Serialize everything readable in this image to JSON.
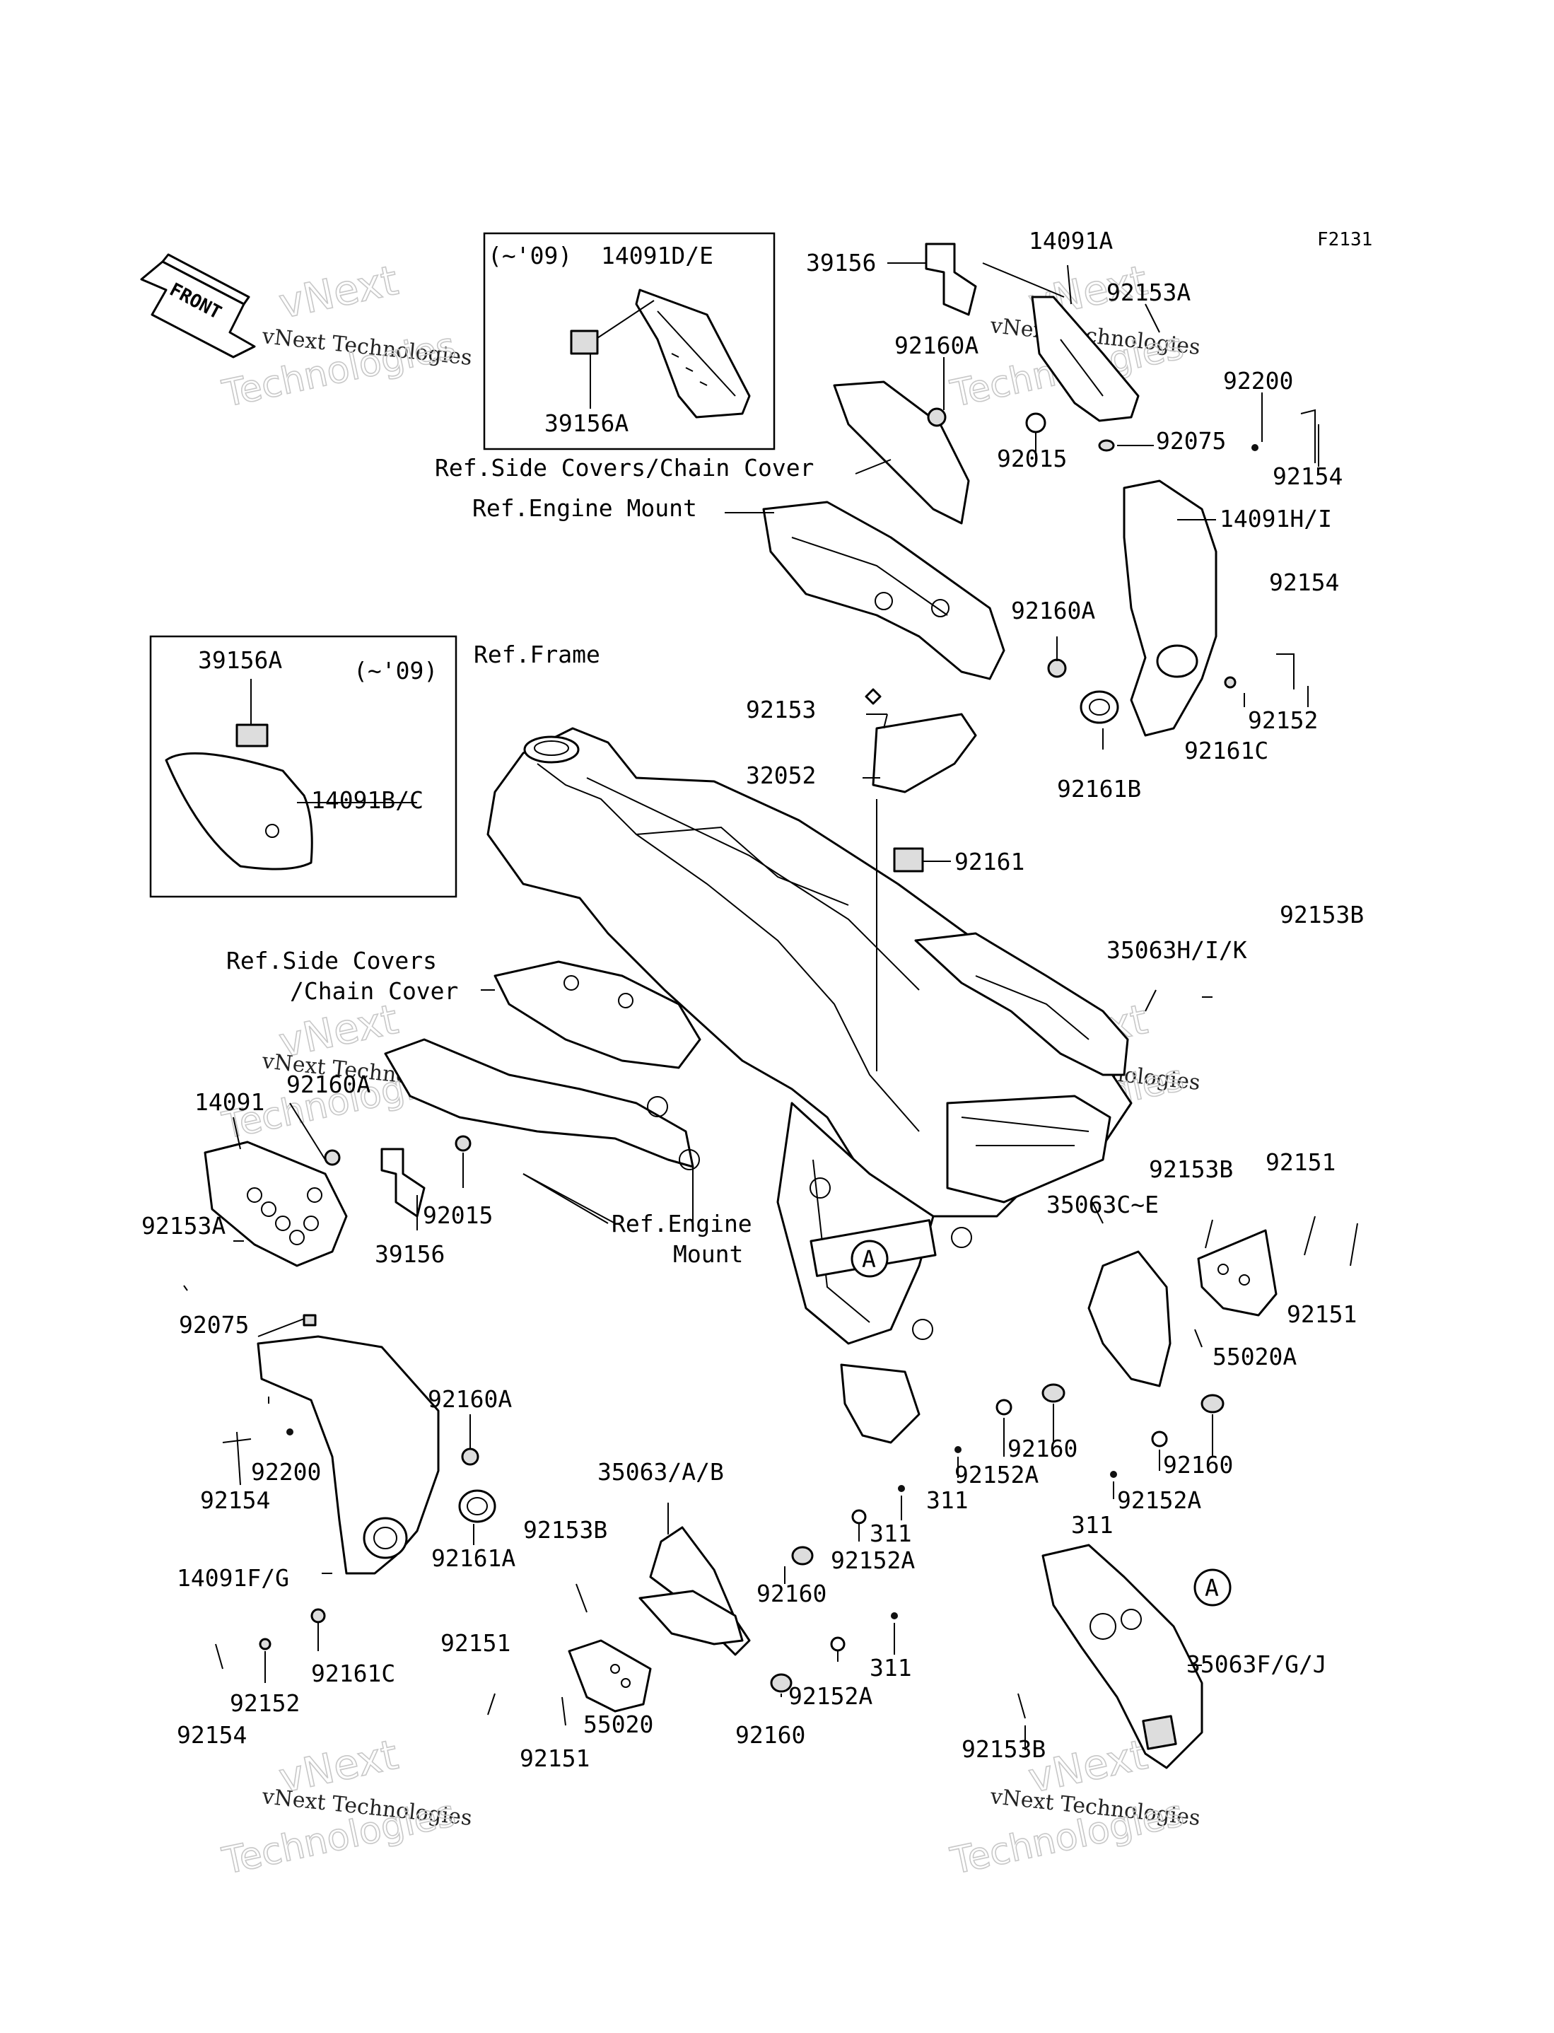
{
  "figure_code": "F2131",
  "front_arrow_text": "FRONT",
  "watermark": {
    "line1": "vNext",
    "line2": "vNext Technologies",
    "line3": "Technologies"
  },
  "callout_letter": "A",
  "inset_1": {
    "year": "(~'09)",
    "parts": [
      "14091D/E",
      "39156A"
    ]
  },
  "inset_2": {
    "year": "(~'09)",
    "parts": [
      "39156A",
      "14091B/C"
    ]
  },
  "refs": {
    "side_covers_top": "Ref.Side Covers/Chain Cover",
    "engine_mount_top": "Ref.Engine Mount",
    "frame": "Ref.Frame",
    "side_covers_left_1": "Ref.Side Covers",
    "side_covers_left_2": "/Chain Cover",
    "engine_mount_left_1": "Ref.Engine",
    "engine_mount_left_2": "Mount"
  },
  "parts": {
    "p39156_top": "39156",
    "p14091A": "14091A",
    "p92153A_top": "92153A",
    "p92160A_top": "92160A",
    "p92200_top": "92200",
    "p92075_top": "92075",
    "p92015_top": "92015",
    "p92154_top": "92154",
    "p14091HI": "14091H/I",
    "p92160A_mid": "92160A",
    "p92154_mid": "92154",
    "p92152_mid": "92152",
    "p92161C_top": "92161C",
    "p92161B": "92161B",
    "p92153": "92153",
    "p32052": "32052",
    "p92161": "92161",
    "p92153B_right": "92153B",
    "p35063HIK": "35063H/I/K",
    "p14091": "14091",
    "p92160A_left": "92160A",
    "p92015_left": "92015",
    "p39156_left": "39156",
    "p92153A_left": "92153A",
    "p92075_left": "92075",
    "p92153B_mid": "92153B",
    "p92151_r1": "92151",
    "p35063CE": "35063C~E",
    "p92151_r2": "92151",
    "p55020A": "55020A",
    "p92160A_low": "92160A",
    "p92200_low": "92200",
    "p92154_low": "92154",
    "p92161A": "92161A",
    "p14091FG": "14091F/G",
    "p92160_r1": "92160",
    "p92152A_r1": "92152A",
    "p311_r1": "311",
    "p92152A_r2": "92152A",
    "p92160_r2": "92160",
    "p311_r2": "311",
    "p35063AB": "35063/A/B",
    "p92153B_low": "92153B",
    "p311_c1": "311",
    "p92152A_c1": "92152A",
    "p92160_c1": "92160",
    "p92151_l1": "92151",
    "p311_c2": "311",
    "p92152A_c2": "92152A",
    "p92160_c2": "92160",
    "p55020": "55020",
    "p92151_l2": "92151",
    "p92161C_low": "92161C",
    "p92152_low": "92152",
    "p92154_bot": "92154",
    "p35063FGJ": "35063F/G/J",
    "p92153B_bot": "92153B"
  }
}
